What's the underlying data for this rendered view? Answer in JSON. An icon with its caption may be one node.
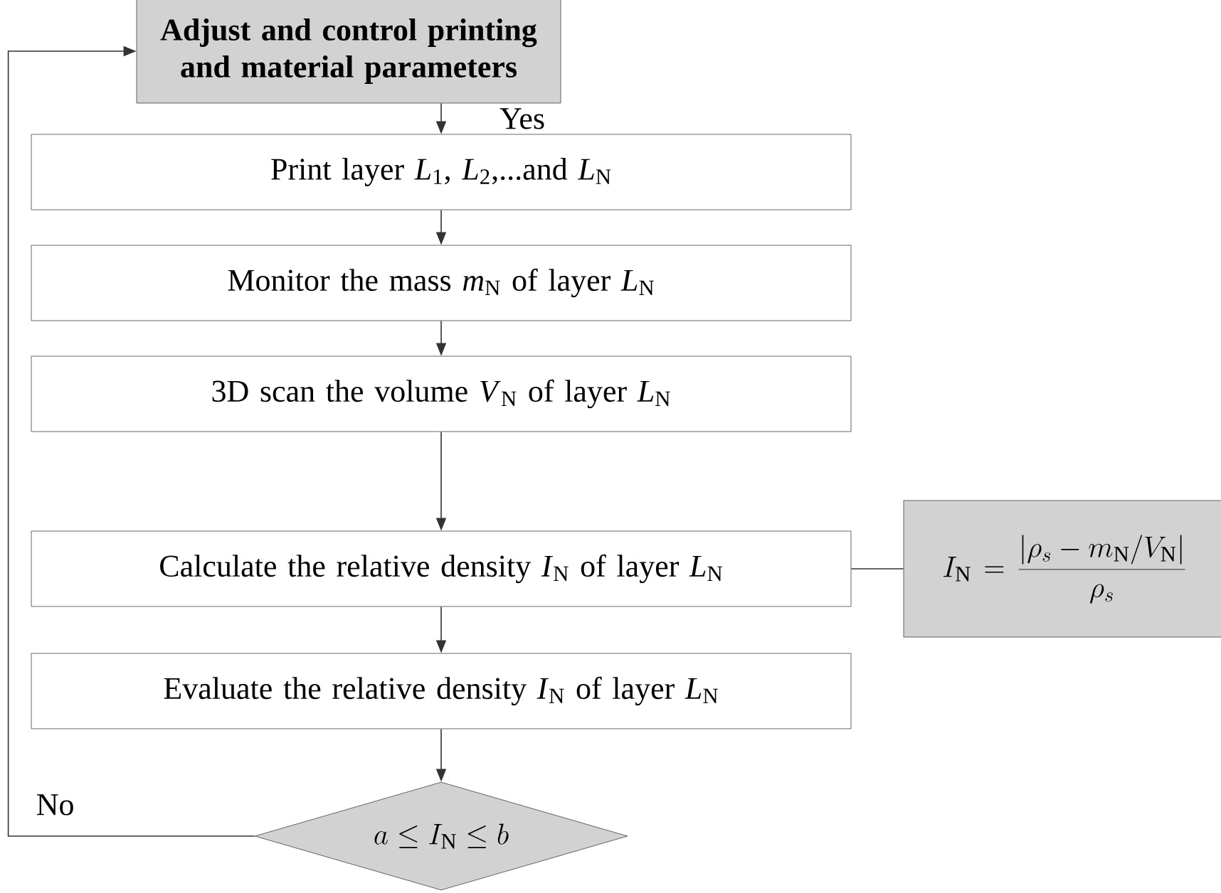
{
  "diagram": {
    "nodes": [
      {
        "text": [
          "Adjust and control printing and material parameters"
        ]
      },
      {
        "text": [
          "Print layer *L*$_{1}$, *L*$_{2}$,...and *L*$_{N}$"
        ]
      },
      {
        "text": [
          "Monitor the mass *m*$_{N}$ of layer *L*$_{N}$"
        ]
      },
      {
        "text": [
          "3D scan the volume *V*$_{N}$ of layer *L*$_{N}$"
        ]
      },
      {
        "text": [
          "Calculate the relative density *I*$_{N}$ of layer *L*$_{N}$"
        ]
      },
      {
        "text": [
          "Evaluate the relative density *I*$_{N}$ of layer *L*$_{N}$"
        ]
      },
      {
        "text": [
          "a\\le I_{\\mathrm{N}}\\le b"
        ]
      },
      {
        "text": [
          "I_{\\mathrm{N}}=\\frac{\\left|\\rho_s-m_{\\mathrm{N}}/V_{\\mathrm{N}}\\right|}{\\rho_s}"
        ]
      }
    ],
    "edges": [
      {
        "from": 0,
        "to": 1,
        "arrow": "to",
        "label": "Yes"
      },
      {
        "from": 1,
        "to": 2,
        "arrow": "to"
      },
      {
        "from": 2,
        "to": 3,
        "arrow": "to"
      },
      {
        "from": 3,
        "to": 4,
        "arrow": "to"
      },
      {
        "from": 4,
        "to": 5,
        "arrow": "to"
      },
      {
        "from": 5,
        "to": 6,
        "arrow": "to"
      },
      {
        "from": 6,
        "to": 0,
        "arrow": "to",
        "label": "No"
      },
      {
        "from": 4,
        "to": 7,
        "arrow": "none"
      }
    ]
  }
}
